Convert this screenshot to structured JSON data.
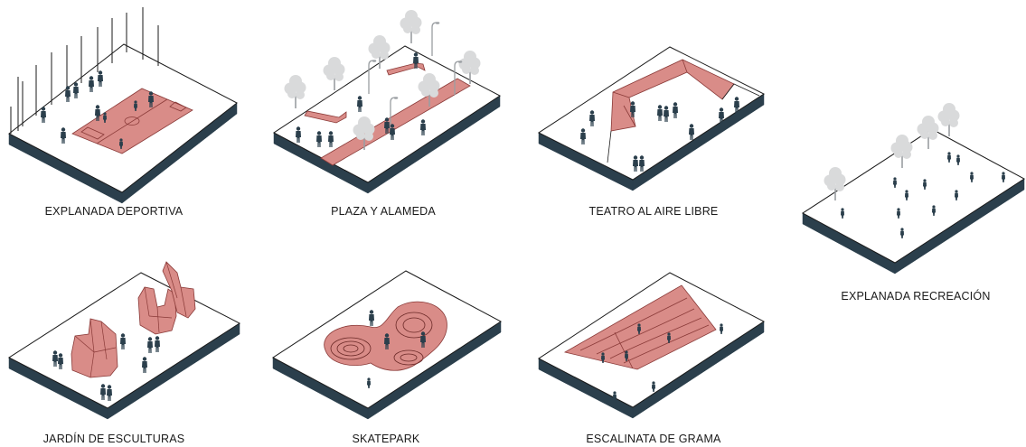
{
  "colors": {
    "slab_top": "#ffffff",
    "slab_side": "#2b3f4c",
    "outline": "#1a1a1a",
    "accent_fill": "#d98c88",
    "accent_stroke": "#8a3a38",
    "people": "#2b3f4c",
    "trees": "#d9dadb"
  },
  "panels": [
    {
      "id": "explanada-deportiva",
      "label": "EXPLANADA DEPORTIVA",
      "icon": "soccer-field-icon"
    },
    {
      "id": "plaza-alameda",
      "label": "PLAZA Y ALAMEDA",
      "icon": "tree-lined-walkway-icon"
    },
    {
      "id": "teatro-aire-libre",
      "label": "TEATRO AL AIRE LIBRE",
      "icon": "open-air-stage-icon"
    },
    {
      "id": "explanada-recreacion",
      "label": "EXPLANADA RECREACIÓN",
      "icon": "open-lawn-icon"
    },
    {
      "id": "jardin-esculturas",
      "label": "JARDÍN DE ESCULTURAS",
      "icon": "sculpture-garden-icon"
    },
    {
      "id": "skatepark",
      "label": "SKATEPARK",
      "icon": "skate-bowl-icon"
    },
    {
      "id": "escalinata-grama",
      "label": "ESCALINATA DE GRAMA",
      "icon": "grass-steps-icon"
    }
  ]
}
